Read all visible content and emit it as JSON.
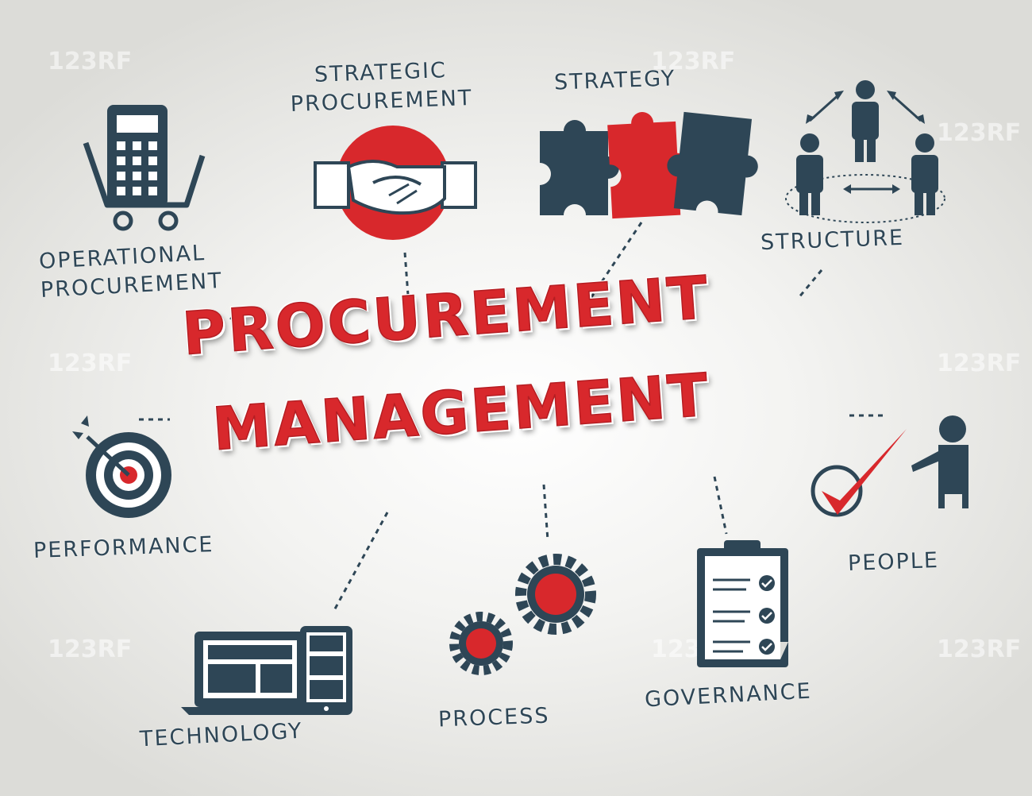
{
  "title": {
    "line1": "PROCUREMENT",
    "line2": "MANAGEMENT"
  },
  "nodes": {
    "strategic_procurement": {
      "line1": "STRATEGIC",
      "line2": "PROCUREMENT",
      "icon": "handshake-icon"
    },
    "strategy": {
      "label": "STRATEGY",
      "icon": "puzzle-icon"
    },
    "structure": {
      "label": "STRUCTURE",
      "icon": "org-structure-icon"
    },
    "operational_procurement": {
      "line1": "OPERATIONAL",
      "line2": "PROCUREMENT",
      "icon": "calculator-cart-icon"
    },
    "performance": {
      "label": "PERFORMANCE",
      "icon": "target-icon"
    },
    "people": {
      "label": "PEOPLE",
      "icon": "person-checkmark-icon"
    },
    "technology": {
      "label": "TECHNOLOGY",
      "icon": "laptop-tablet-icon"
    },
    "process": {
      "label": "PROCESS",
      "icon": "gears-icon"
    },
    "governance": {
      "label": "GOVERNANCE",
      "icon": "clipboard-icon"
    }
  },
  "watermark": "123RF",
  "colors": {
    "accent": "#d8282c",
    "dark": "#2e4656",
    "background": "#eeeeec"
  }
}
